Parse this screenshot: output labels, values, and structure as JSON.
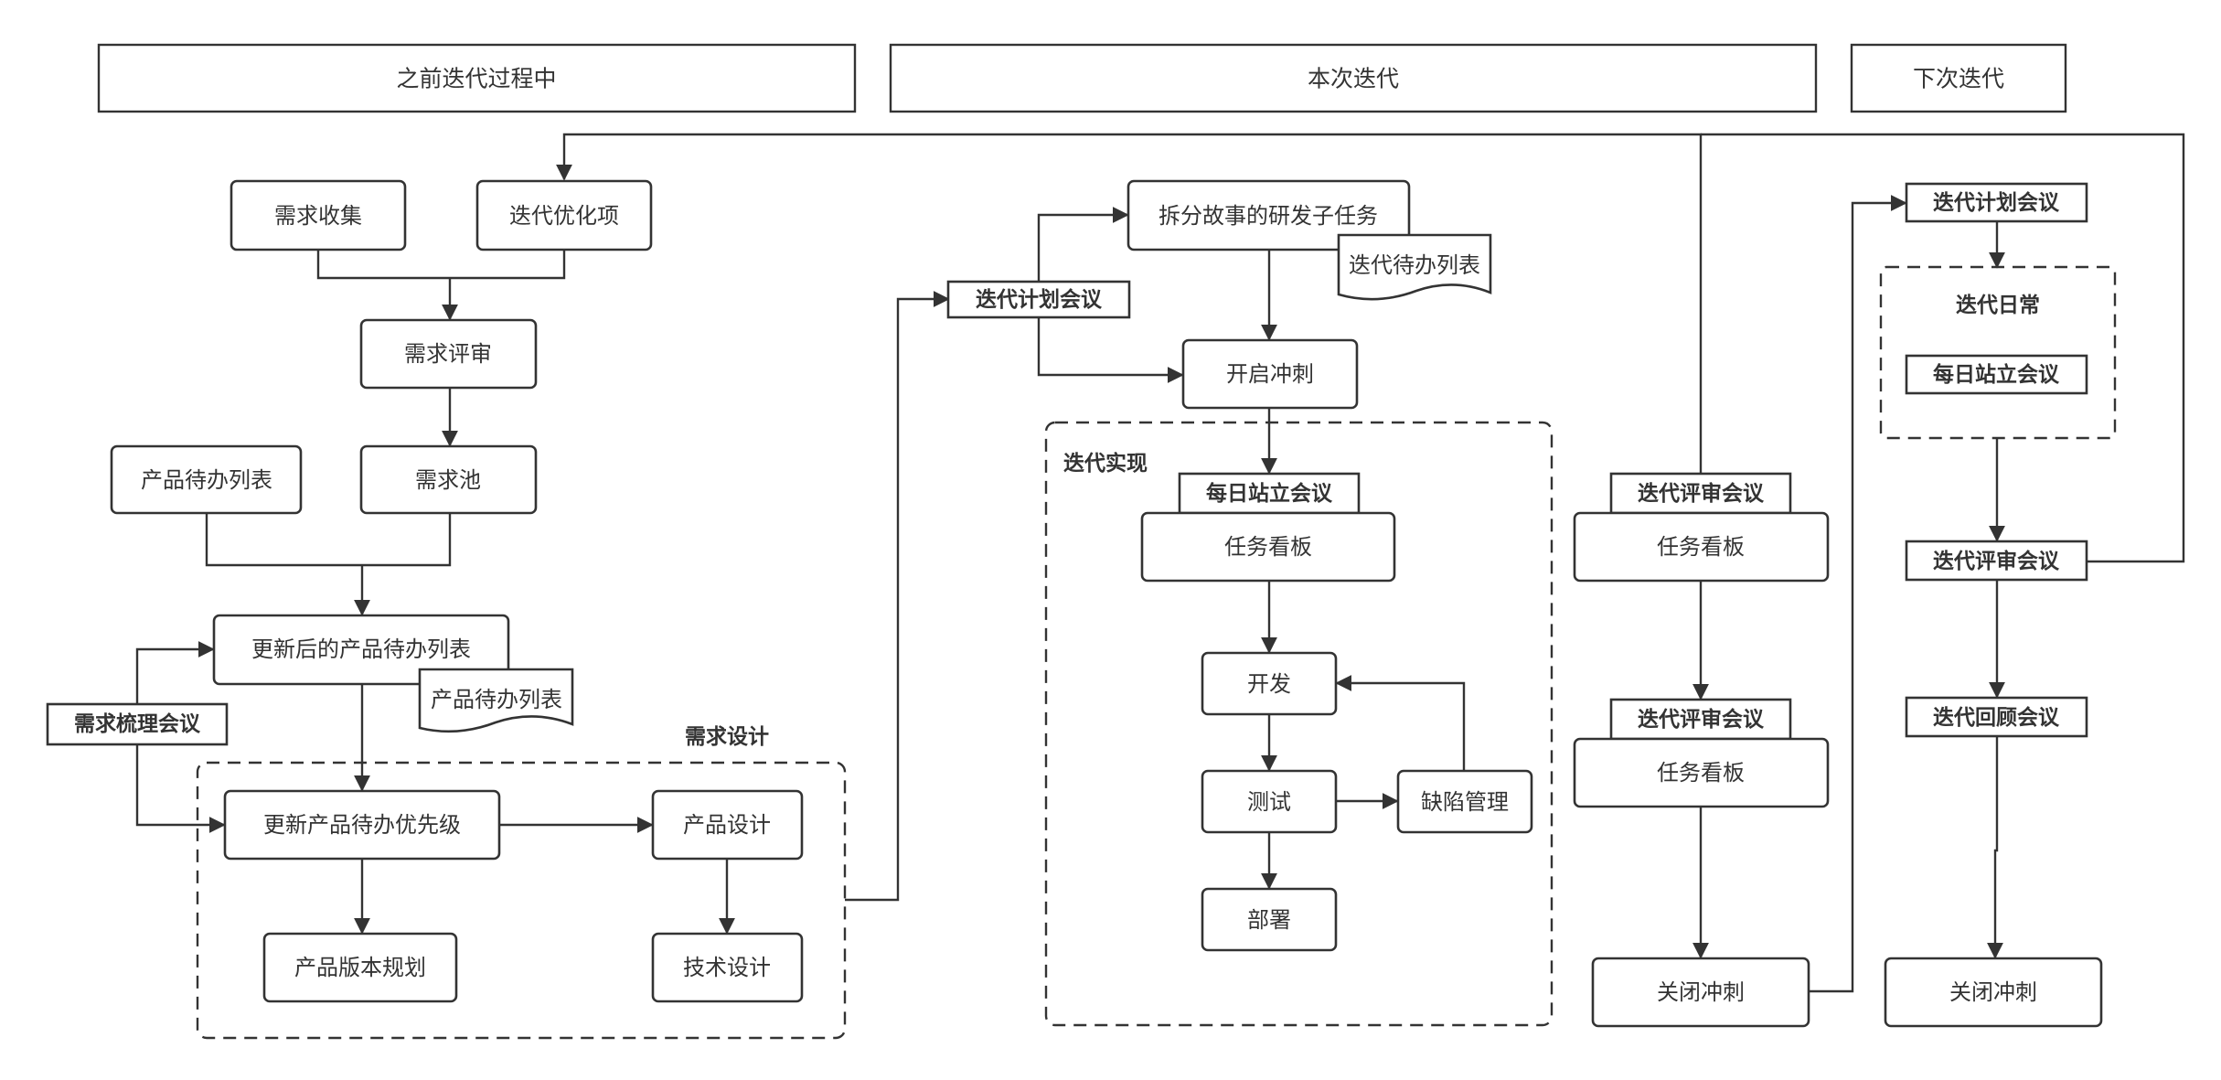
{
  "headers": {
    "previous": "之前迭代过程中",
    "current": "本次迭代",
    "next": "下次迭代"
  },
  "nodes": {
    "req_collect": "需求收集",
    "iter_optimize": "迭代优化项",
    "req_review": "需求评审",
    "product_backlog": "产品待办列表",
    "req_pool": "需求池",
    "updated_backlog": "更新后的产品待办列表",
    "backlog_doc": "产品待办列表",
    "grooming_meeting": "需求梳理会议",
    "update_priority": "更新产品待办优先级",
    "product_design": "产品设计",
    "version_plan": "产品版本规划",
    "tech_design": "技术设计",
    "split_tasks": "拆分故事的研发子任务",
    "sprint_backlog_doc": "迭代待办列表",
    "planning_meeting": "迭代计划会议",
    "start_sprint": "开启冲刺",
    "daily_standup": "每日站立会议",
    "task_board": "任务看板",
    "develop": "开发",
    "test": "测试",
    "defect_mgmt": "缺陷管理",
    "deploy": "部署",
    "review_meeting_1": "迭代评审会议",
    "review_board_1": "任务看板",
    "review_meeting_2": "迭代评审会议",
    "review_board_2": "任务看板",
    "close_sprint": "关闭冲刺",
    "next_planning": "迭代计划会议",
    "next_daily_title": "迭代日常",
    "next_standup": "每日站立会议",
    "next_review": "迭代评审会议",
    "next_retro": "迭代回顾会议",
    "next_close": "关闭冲刺"
  },
  "groups": {
    "req_design": "需求设计",
    "implementation": "迭代实现"
  }
}
